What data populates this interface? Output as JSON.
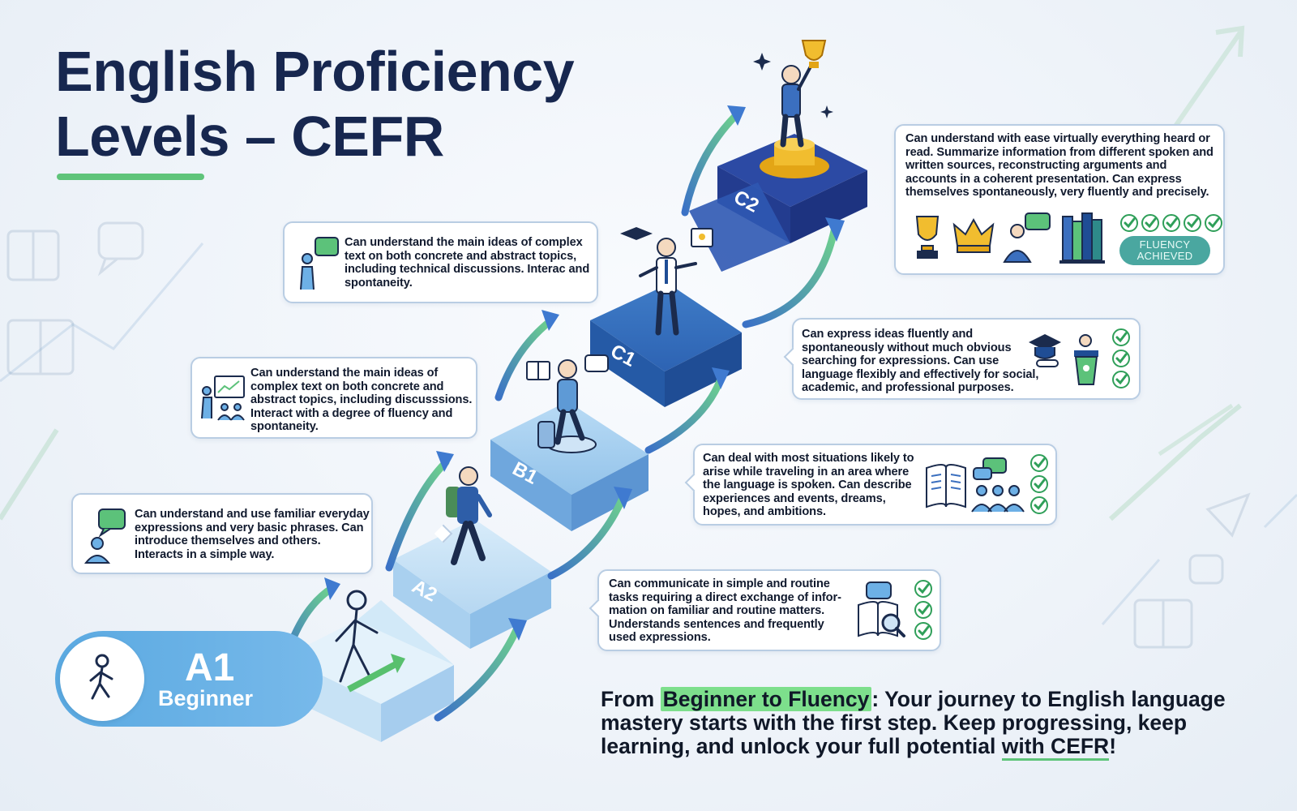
{
  "title": {
    "line1": "English Proficiency",
    "line2": "Levels – CEFR"
  },
  "levels": [
    {
      "code": "A1",
      "name": "Beginner"
    },
    {
      "code": "A2"
    },
    {
      "code": "B1"
    },
    {
      "code": "C1"
    },
    {
      "code": "C2"
    }
  ],
  "cards": {
    "a1": {
      "text": "Can understand and use familiar everyday expressions and very basic phrases. Can introduce themselves and others. Interacts in a simple way.",
      "icons": [
        "speech-bubble-icon",
        "person-icon"
      ]
    },
    "b1_left": {
      "text": "Can understand the main ideas of complex text on both concrete and abstract topics, including discusssions. Interact with a degree of fluency and spontaneity.",
      "icons": [
        "presenter-board-icon",
        "group-icon"
      ]
    },
    "c1_left": {
      "text": "Can understand the main ideas of complex text on both concrete and abstract topics, including technical discussions. Interac and spontaneity.",
      "icons": [
        "speech-bubble-icon",
        "person-icon"
      ]
    },
    "c2": {
      "text": "Can understand with ease virtually everything heard or read. Summarize information from different spoken and written sources, reconstructing arguments and accounts in a coherent presentation. Can express themselves spontaneously, very fluently and precisely.",
      "icons": [
        "trophy-icon",
        "crown-icon",
        "speaker-icon",
        "books-icon"
      ],
      "checks": 5
    },
    "c1_right": {
      "text": "Can express ideas fluently and spontaneously without much obvious searching for expressions. Can use language flexibly and effectively for social, academic, and professional purposes.",
      "icons": [
        "graduation-cap-icon",
        "podium-icon"
      ],
      "checks": 3
    },
    "b1_right": {
      "text": "Can deal with most situations likely to arise while traveling in an area where the language is spoken. Can describe experiences and events, dreams, hopes, and ambitions.",
      "icons": [
        "open-book-icon",
        "group-chat-icon"
      ],
      "checks": 3
    },
    "a2_right": {
      "text": "Can communicate in simple and routine tasks requiring a direct exchange of infor- mation on familiar and routine matters. Understands sentences and frequently used expressions.",
      "icons": [
        "book-search-icon"
      ],
      "checks": 3
    }
  },
  "badge": {
    "line1": "FLUENCY",
    "line2": "ACHIEVED"
  },
  "footer": {
    "part1": "From ",
    "highlight": "Beginner to Fluency",
    "part2": ": Your journey to English language mastery starts with the first step. Keep progressing, keep learning, and unlock your full potential ",
    "underlined": "with CEFR",
    "part3": "!"
  },
  "colors": {
    "navy": "#17274f",
    "green": "#5fc47a",
    "step_light": "#bcdcf4",
    "step_dark": "#2b3f9a",
    "badge": "#4aa7a0"
  }
}
